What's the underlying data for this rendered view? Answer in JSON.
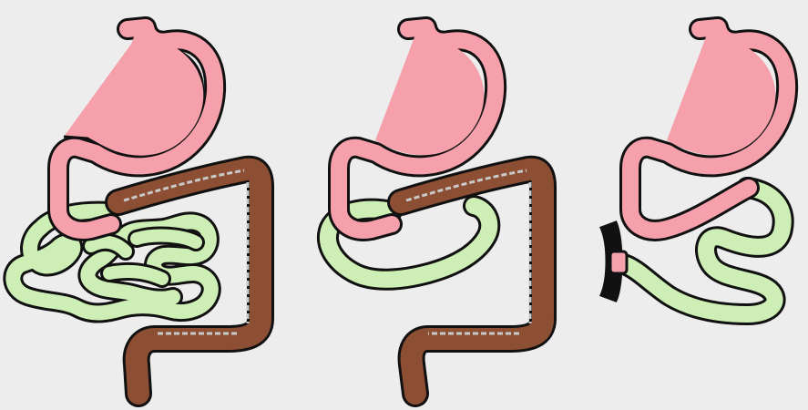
{
  "figure": {
    "panels": [
      {
        "id": "panel-1"
      },
      {
        "id": "panel-2"
      },
      {
        "id": "panel-3"
      }
    ]
  },
  "colors": {
    "background": "#ededed",
    "stomach": "#f5a0ab",
    "small_intestine": "#cdeeb4",
    "colon": "#8c4f33",
    "colon_stripe": "#c9c9c9",
    "outline": "#111111",
    "stoma": "#111111"
  },
  "icons": [
    "stomach-icon",
    "small-intestine-icon",
    "colon-icon",
    "stoma-icon"
  ]
}
